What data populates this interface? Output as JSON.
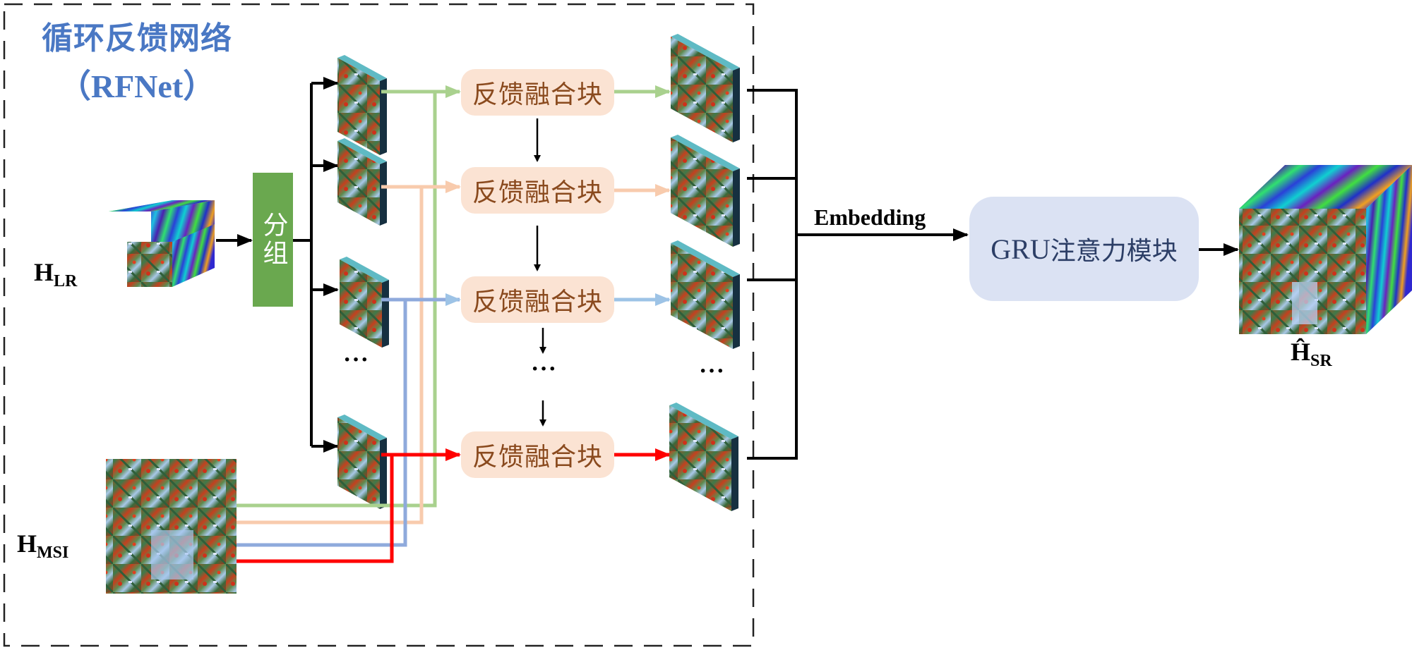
{
  "title": {
    "chinese": "循环反馈网络",
    "english": "（RFNet）"
  },
  "inputs": {
    "hlr": {
      "main": "H",
      "sub": "LR"
    },
    "hmsi": {
      "main": "H",
      "sub": "MSI"
    }
  },
  "group_box": {
    "label": "分组"
  },
  "fusion_blocks": [
    {
      "label": "反馈融合块",
      "color": "#a9d18e"
    },
    {
      "label": "反馈融合块",
      "color": "#f8cbad"
    },
    {
      "label": "反馈融合块",
      "color": "#9dc3e6"
    },
    {
      "label": "反馈融合块",
      "color": "#ff0000"
    }
  ],
  "ellipsis": "···",
  "embedding_label": "Embedding",
  "gru_module": {
    "prefix": "GRU",
    "label": "注意力模块"
  },
  "output": {
    "main": "Ĥ",
    "sub": "SR"
  },
  "colors": {
    "title": "#4a78c4",
    "group_box": "#6aa84f",
    "block_fill": "#fbe3d3",
    "block_text": "#8a4a1e",
    "gru_fill": "#dbe2f3",
    "gru_text": "#2c3e66",
    "green_path": "#a9d18e",
    "peach_path": "#f8cbad",
    "blue_path": "#8faadc",
    "red_path": "#ff0000"
  }
}
